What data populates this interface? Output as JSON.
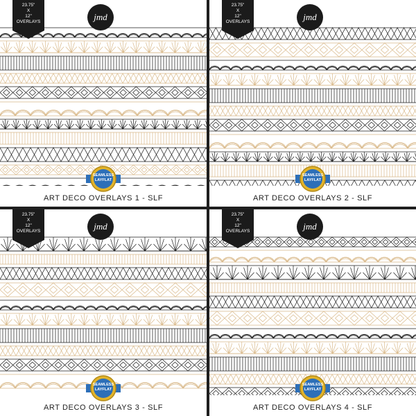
{
  "panels": [
    {
      "caption": "ART DECO OVERLAYS 1 - SLF",
      "size_tag": {
        "line1": "23.75\"",
        "line2": "X",
        "line3": "12\"",
        "line4": "OVERLAYS"
      },
      "logo_text": "jmd",
      "badge": {
        "line1": "SEAMLESS",
        "line2": "LAYFLAT"
      }
    },
    {
      "caption": "ART DECO OVERLAYS 2 - SLF",
      "size_tag": {
        "line1": "23.75\"",
        "line2": "X",
        "line3": "12\"",
        "line4": "OVERLAYS"
      },
      "logo_text": "jmd",
      "badge": {
        "line1": "SEAMLESS",
        "line2": "LAYFLAT"
      }
    },
    {
      "caption": "ART DECO OVERLAYS 3 - SLF",
      "size_tag": {
        "line1": "23.75\"",
        "line2": "X",
        "line3": "12\"",
        "line4": "OVERLAYS"
      },
      "logo_text": "jmd",
      "badge": {
        "line1": "SEAMLESS",
        "line2": "LAYFLAT"
      }
    },
    {
      "caption": "ART DECO OVERLAYS 4 - SLF",
      "size_tag": {
        "line1": "23.75\"",
        "line2": "X",
        "line3": "12\"",
        "line4": "OVERLAYS"
      },
      "logo_text": "jmd",
      "badge": {
        "line1": "SEAMLESS",
        "line2": "LAYFLAT"
      }
    }
  ],
  "colors": {
    "gold": "#d9b98a",
    "black": "#1b1b1b",
    "badge_blue": "#2d6fb8",
    "badge_gold": "#e2b32a"
  }
}
